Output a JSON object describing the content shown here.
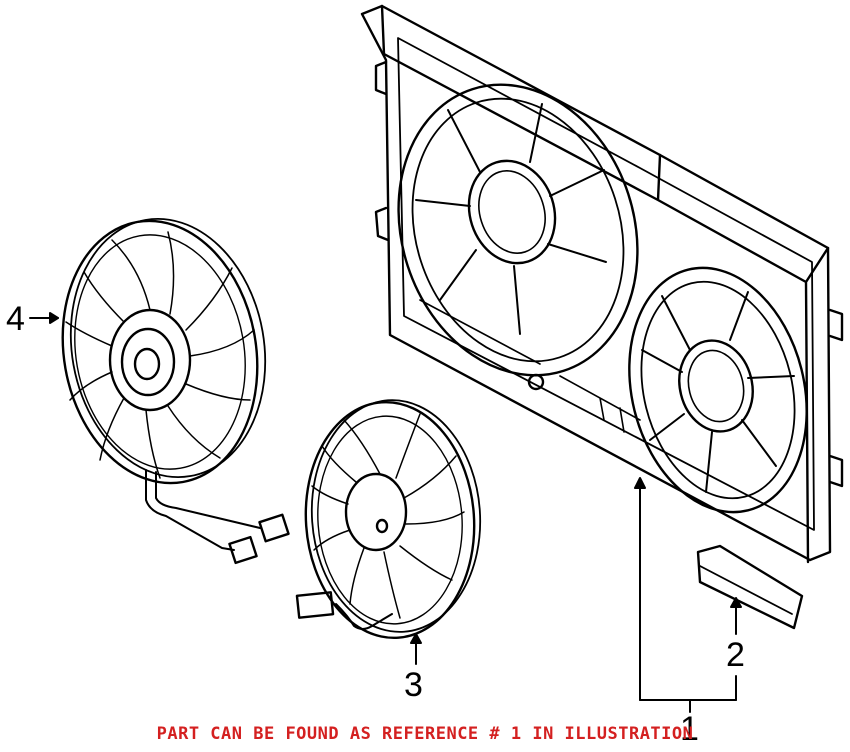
{
  "callouts": {
    "c1": "1",
    "c2": "2",
    "c3": "3",
    "c4": "4"
  },
  "note": {
    "text": "PART CAN BE FOUND AS REFERENCE # 1 IN ILLUSTRATION",
    "color": "#d42020"
  },
  "line_color": "#000000"
}
